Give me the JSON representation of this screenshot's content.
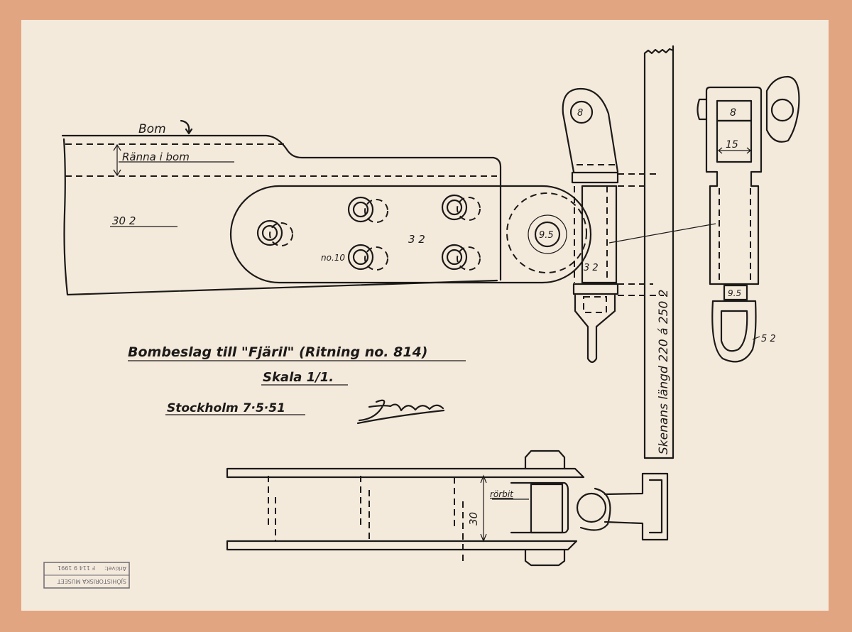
{
  "drawing": {
    "title": "Bombeslag till \"Fjäril\" (Ritning no. 814)",
    "scale": "Skala 1/1.",
    "place_date": "Stockholm 7·5·51",
    "signature": "Jversen",
    "labels": {
      "bom": "Bom",
      "ranna": "Ränna i bom",
      "boom_thickness": "30 2",
      "plate_thickness": "3 2",
      "screw": "no.10",
      "pin_top": "8",
      "pin_main": "9.5",
      "tube_thickness": "3 2",
      "rail_length": "Skenans längd 220 á 250 2",
      "right_pin": "8",
      "right_width": "15",
      "right_pin_lower": "9.5",
      "right_ring": "5 2",
      "rorbit": "rörbit",
      "bottom_width": "30"
    },
    "stamp": {
      "museum": "SJÖHISTORISKA MUSEET",
      "archive": "Arkivet:",
      "number": "F 114 9 1991"
    }
  },
  "colors": {
    "border": "#e2a581",
    "paper": "#f4eadc",
    "ink": "#1c1a18"
  }
}
